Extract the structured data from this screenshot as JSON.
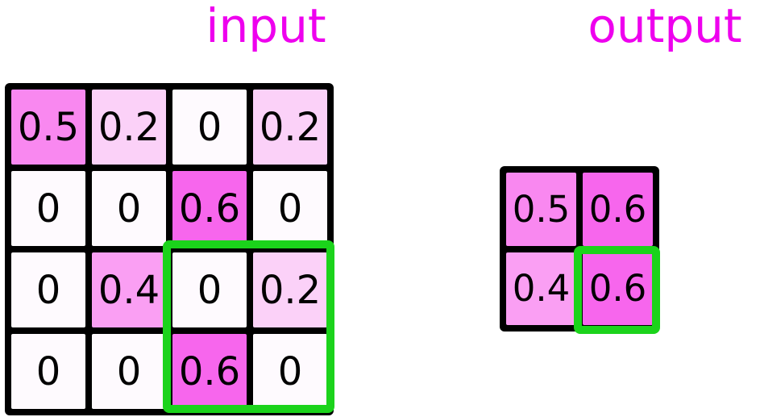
{
  "diagram": {
    "type": "max-pooling",
    "input_label": "input",
    "output_label": "output"
  },
  "colors": {
    "page_background": "#FFFFFF",
    "title_text": "#EE00EE",
    "grid_lines": "#000000",
    "cell_text": "#000000",
    "highlight_green": "#1BD31B",
    "value_fill": {
      "0": "#FEFAFE",
      "0.2": "#FBD1F8",
      "0.4": "#FA9FF3",
      "0.5": "#F988F0",
      "0.6": "#F766ED"
    }
  },
  "input_grid": {
    "rows": 4,
    "cols": 4,
    "cells": [
      [
        "0.5",
        "0.2",
        "0",
        "0.2"
      ],
      [
        "0",
        "0",
        "0.6",
        "0"
      ],
      [
        "0",
        "0.4",
        "0",
        "0.2"
      ],
      [
        "0",
        "0",
        "0.6",
        "0"
      ]
    ],
    "highlighted_window": {
      "rows": "3-4",
      "cols": "3-4",
      "values": [
        [
          "0",
          "0.2"
        ],
        [
          "0.6",
          "0"
        ]
      ]
    }
  },
  "output_grid": {
    "rows": 2,
    "cols": 2,
    "cells": [
      [
        "0.5",
        "0.6"
      ],
      [
        "0.4",
        "0.6"
      ]
    ],
    "highlighted_cell": {
      "row": 2,
      "col": 2,
      "value": "0.6"
    }
  }
}
